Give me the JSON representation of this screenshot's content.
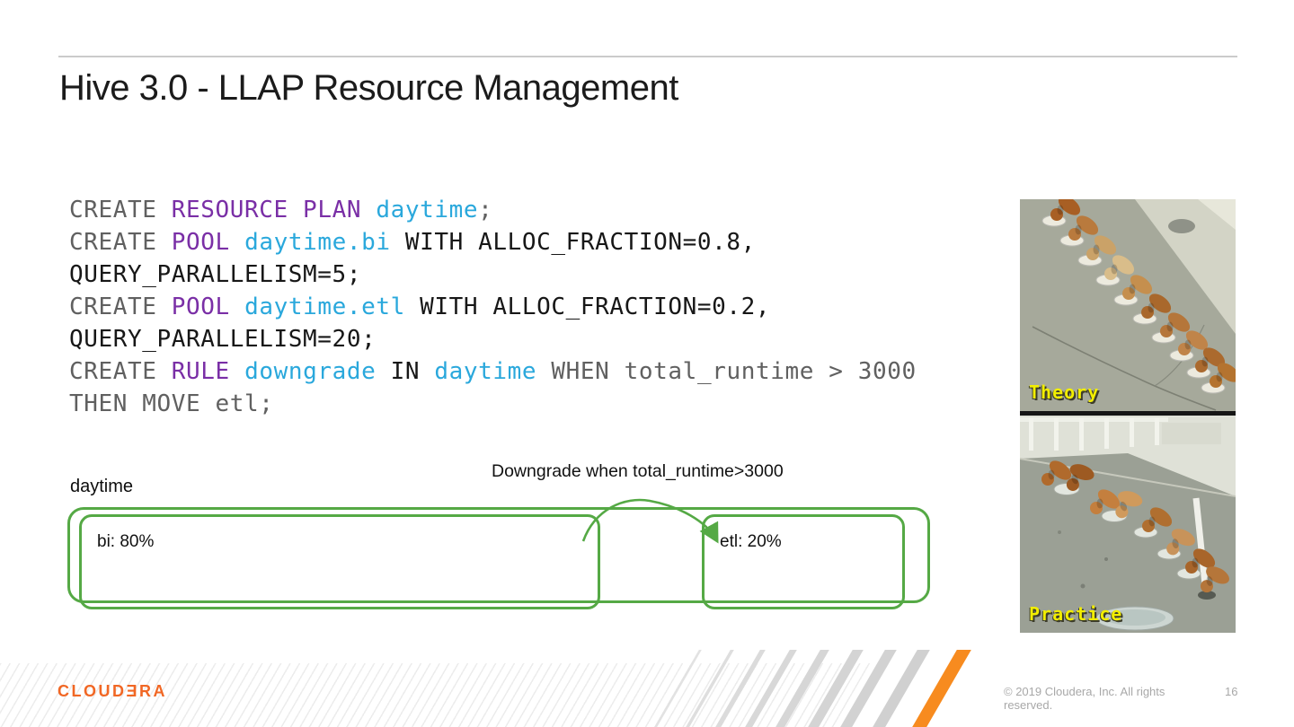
{
  "slide": {
    "title": "Hive 3.0 - LLAP Resource Management",
    "logo_text": "CLOUDƎRA",
    "copyright": "© 2019 Cloudera, Inc. All rights reserved.",
    "page_number": "16"
  },
  "code": {
    "lines": [
      [
        {
          "text": "CREATE ",
          "color": "gray"
        },
        {
          "text": "RESOURCE PLAN ",
          "color": "purple"
        },
        {
          "text": "daytime",
          "color": "blue"
        },
        {
          "text": ";",
          "color": "gray"
        }
      ],
      [
        {
          "text": "CREATE ",
          "color": "gray"
        },
        {
          "text": "POOL ",
          "color": "purple"
        },
        {
          "text": "daytime.bi ",
          "color": "blue"
        },
        {
          "text": "WITH ALLOC_FRACTION=0.8,",
          "color": "black"
        }
      ],
      [
        {
          "text": "QUERY_PARALLELISM=5;",
          "color": "black"
        }
      ],
      [
        {
          "text": "CREATE ",
          "color": "gray"
        },
        {
          "text": "POOL ",
          "color": "purple"
        },
        {
          "text": "daytime.etl ",
          "color": "blue"
        },
        {
          "text": "WITH ALLOC_FRACTION=0.2,",
          "color": "black"
        }
      ],
      [
        {
          "text": "QUERY_PARALLELISM=20;",
          "color": "black"
        }
      ],
      [
        {
          "text": "CREATE ",
          "color": "gray"
        },
        {
          "text": "RULE ",
          "color": "purple"
        },
        {
          "text": "downgrade ",
          "color": "blue"
        },
        {
          "text": "IN ",
          "color": "black"
        },
        {
          "text": "daytime ",
          "color": "blue"
        },
        {
          "text": "WHEN total_runtime > 3000",
          "color": "gray"
        }
      ],
      [
        {
          "text": "THEN MOVE etl;",
          "color": "gray"
        }
      ]
    ]
  },
  "diagram": {
    "plan_label": "daytime",
    "annotation": "Downgrade when total_runtime>3000",
    "pools": [
      {
        "label": "bi: 80%"
      },
      {
        "label": "etl: 20%"
      }
    ]
  },
  "photos": {
    "theory_label": "Theory",
    "practice_label": "Practice"
  },
  "colors": {
    "green": "#55a945",
    "purple": "#7a2fa6",
    "blue": "#2aa8dc",
    "logo-orange": "#f16724",
    "stripe-orange": "#f78b1f"
  }
}
